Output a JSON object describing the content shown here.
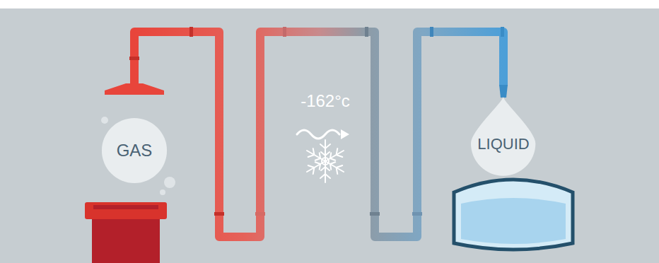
{
  "diagram": {
    "nodes": [
      {
        "text": [
          "GAS"
        ]
      },
      {
        "text": [
          "LIQUID"
        ]
      }
    ],
    "labels": [
      "-162°c"
    ]
  }
}
